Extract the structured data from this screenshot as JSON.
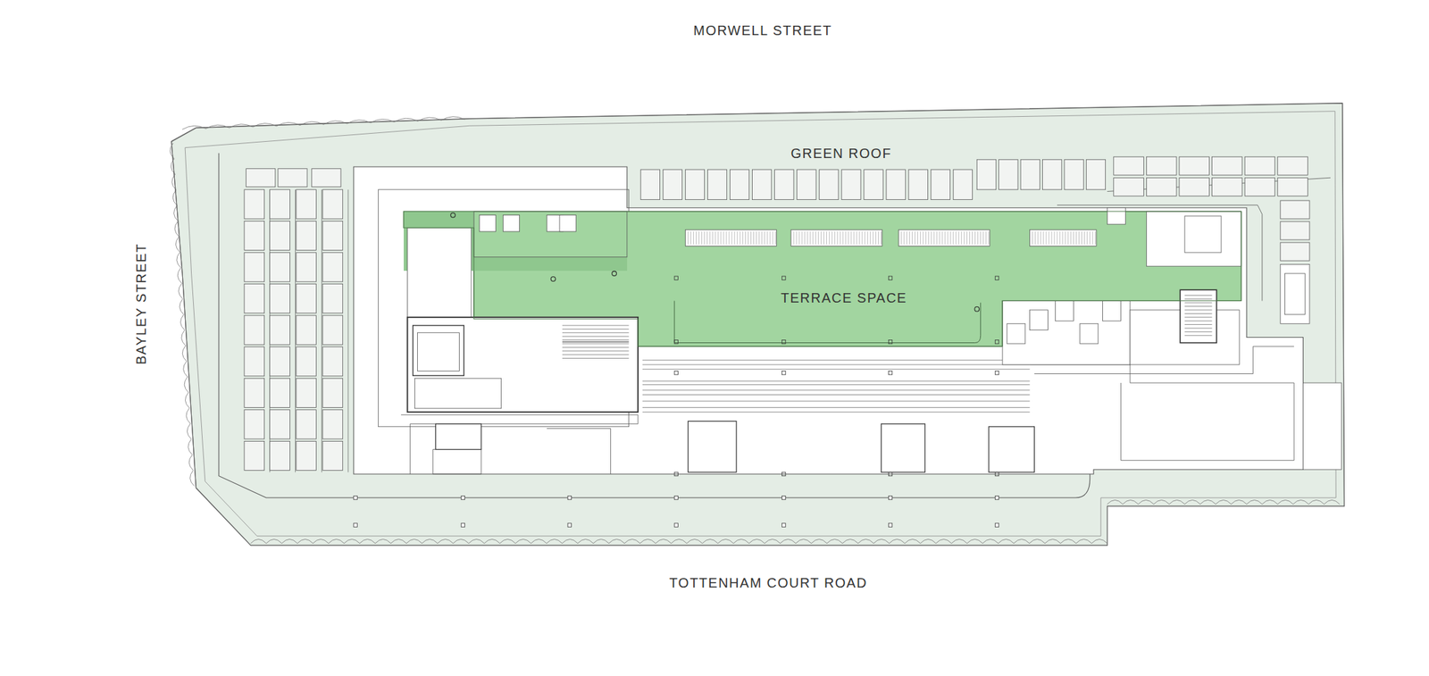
{
  "diagram": {
    "nodes": [
      {
        "text": [
          "GREEN ROOF"
        ]
      },
      {
        "text": [
          "TERRACE SPACE"
        ],
        "in": 0
      }
    ],
    "labels": [
      "MORWELL STREET",
      "BAYLEY STREET",
      "TOTTENHAM COURT ROAD"
    ]
  }
}
